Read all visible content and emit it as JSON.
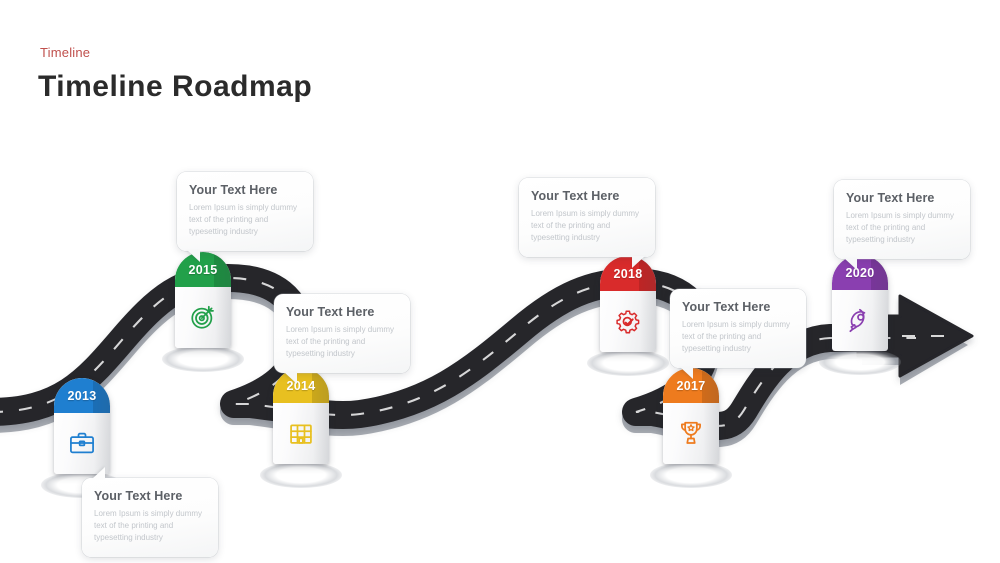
{
  "header": {
    "eyebrow": "Timeline",
    "title": "Timeline Roadmap",
    "eyebrow_color": "#c0504d",
    "title_color": "#2b2b2b"
  },
  "chart_data": {
    "type": "timeline-roadmap",
    "title": "Timeline Roadmap",
    "milestone_count": 6,
    "years": [
      "2013",
      "2014",
      "2015",
      "2017",
      "2018",
      "2020"
    ],
    "milestones": [
      {
        "year": "2013",
        "color": "#1f7fd0",
        "icon": "briefcase-icon",
        "heading": "Your Text Here",
        "body": "Lorem Ipsum is simply dummy text of the printing and typesetting industry"
      },
      {
        "year": "2015",
        "color": "#22a04a",
        "icon": "target-icon",
        "heading": "Your Text Here",
        "body": "Lorem Ipsum is simply dummy text of the printing and typesetting industry"
      },
      {
        "year": "2014",
        "color": "#e8c020",
        "icon": "building-icon",
        "heading": "Your Text Here",
        "body": "Lorem Ipsum is simply dummy text of the printing and typesetting industry"
      },
      {
        "year": "2018",
        "color": "#d92b2b",
        "icon": "gear-icon",
        "heading": "Your Text Here",
        "body": "Lorem Ipsum is simply dummy text of the printing and typesetting industry"
      },
      {
        "year": "2017",
        "color": "#ee7b1e",
        "icon": "trophy-icon",
        "heading": "Your Text Here",
        "body": "Lorem Ipsum is simply dummy text of the printing and typesetting industry"
      },
      {
        "year": "2020",
        "color": "#8a3fb0",
        "icon": "rocket-icon",
        "heading": "Your Text Here",
        "body": "Lorem Ipsum is simply dummy text of the printing and typesetting industry"
      }
    ],
    "road": {
      "shape": "double-s-curve",
      "surface_color": "#25252a",
      "edge_color": "#a9adb4",
      "lane_marking_color": "#ffffff",
      "end_marker": "arrowhead-right",
      "direction": "left-to-right"
    }
  }
}
